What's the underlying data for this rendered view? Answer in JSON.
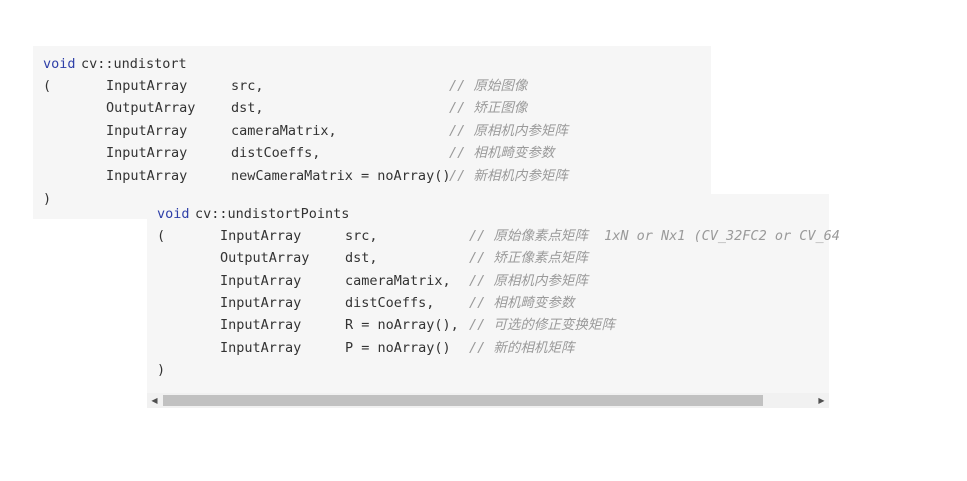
{
  "block1": {
    "header_keyword": "void",
    "header_name": "cv::undistort",
    "open": "(",
    "close": ")",
    "params": [
      {
        "type": "InputArray",
        "name": "src,",
        "comment": "// 原始图像"
      },
      {
        "type": "OutputArray",
        "name": "dst,",
        "comment": "// 矫正图像"
      },
      {
        "type": "InputArray",
        "name": "cameraMatrix,",
        "comment": "// 原相机内参矩阵"
      },
      {
        "type": "InputArray",
        "name": "distCoeffs,",
        "comment": "// 相机畸变参数"
      },
      {
        "type": "InputArray",
        "name": "newCameraMatrix = noArray()",
        "comment": "// 新相机内参矩阵"
      }
    ]
  },
  "block2": {
    "header_keyword": "void",
    "header_name": "cv::undistortPoints",
    "open": "(",
    "close": ")",
    "params": [
      {
        "type": "InputArray",
        "name": "src,",
        "comment": "// 原始像素点矩阵  1xN or Nx1 (CV_32FC2 or CV_64"
      },
      {
        "type": "OutputArray",
        "name": "dst,",
        "comment": "// 矫正像素点矩阵"
      },
      {
        "type": "InputArray",
        "name": "cameraMatrix,",
        "comment": "// 原相机内参矩阵"
      },
      {
        "type": "InputArray",
        "name": "distCoeffs,",
        "comment": "// 相机畸变参数"
      },
      {
        "type": "InputArray",
        "name": "R = noArray(),",
        "comment": "// 可选的修正变换矩阵"
      },
      {
        "type": "InputArray",
        "name": "P = noArray()",
        "comment": "// 新的相机矩阵"
      }
    ]
  },
  "scrollbar": {
    "left_arrow": "◀",
    "right_arrow": "▶"
  }
}
